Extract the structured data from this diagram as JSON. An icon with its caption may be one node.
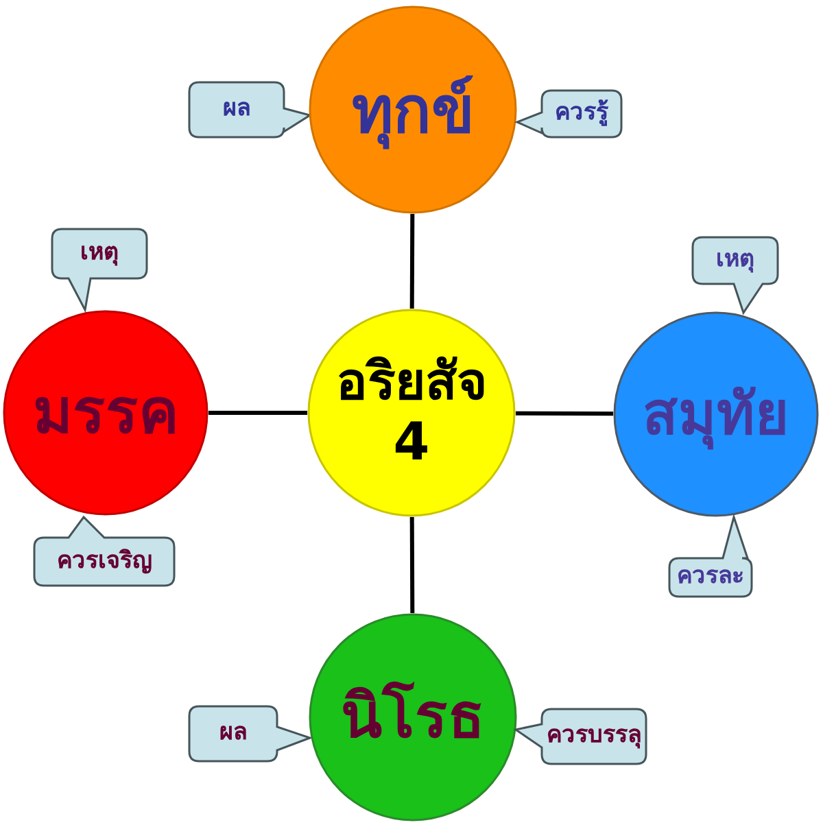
{
  "diagram": {
    "nodes": [
      {
        "text": [
          "ผล"
        ]
      },
      {
        "text": [
          "ทุกข์"
        ]
      },
      {
        "text": [
          "ควรรู้"
        ]
      },
      {
        "text": [
          "เหตุ"
        ]
      },
      {
        "text": [
          "เหตุ"
        ]
      },
      {
        "text": [
          "มรรค"
        ]
      },
      {
        "text": [
          "อริยสัจ 4"
        ]
      },
      {
        "text": [
          "สมุทัย"
        ]
      },
      {
        "text": [
          "ควรเจริญ"
        ]
      },
      {
        "text": [
          "ควรละ"
        ]
      },
      {
        "text": [
          "ผล"
        ]
      },
      {
        "text": [
          "นิโรธ"
        ]
      },
      {
        "text": [
          "ควรบรรลุ"
        ]
      }
    ],
    "edges": [
      {
        "from": 6,
        "to": 1,
        "arrow": "none"
      },
      {
        "from": 6,
        "to": 5,
        "arrow": "none"
      },
      {
        "from": 6,
        "to": 7,
        "arrow": "none"
      },
      {
        "from": 6,
        "to": 11,
        "arrow": "none"
      }
    ]
  }
}
